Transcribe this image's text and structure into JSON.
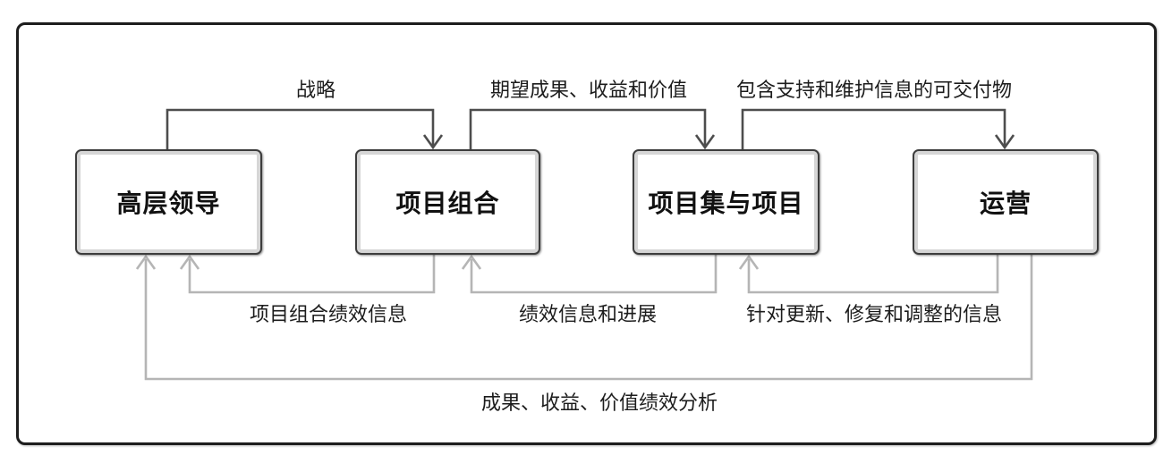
{
  "diagram": {
    "nodes": [
      {
        "id": "senior-leadership",
        "label": "高层领导"
      },
      {
        "id": "portfolio",
        "label": "项目组合"
      },
      {
        "id": "programs-projects",
        "label": "项目集与项目"
      },
      {
        "id": "operations",
        "label": "运营"
      }
    ],
    "forward_edges": [
      {
        "from": "senior-leadership",
        "to": "portfolio",
        "label": "战略"
      },
      {
        "from": "portfolio",
        "to": "programs-projects",
        "label": "期望成果、收益和价值"
      },
      {
        "from": "programs-projects",
        "to": "operations",
        "label": "包含支持和维护信息的可交付物"
      }
    ],
    "feedback_edges": [
      {
        "from": "portfolio",
        "to": "senior-leadership",
        "label": "项目组合绩效信息"
      },
      {
        "from": "programs-projects",
        "to": "portfolio",
        "label": "绩效信息和进展"
      },
      {
        "from": "operations",
        "to": "programs-projects",
        "label": "针对更新、修复和调整的信息"
      },
      {
        "from": "operations",
        "to": "senior-leadership",
        "label": "成果、收益、价值绩效分析"
      }
    ],
    "colors": {
      "forward_arrow": "#4d4d4d",
      "feedback_arrow": "#b5b5b5",
      "frame_border": "#1d1d1d",
      "node_border": "#3d3d3d",
      "node_inner_highlight": "#d6d6d6",
      "text": "#1c1c1c",
      "background": "#ffffff"
    }
  }
}
